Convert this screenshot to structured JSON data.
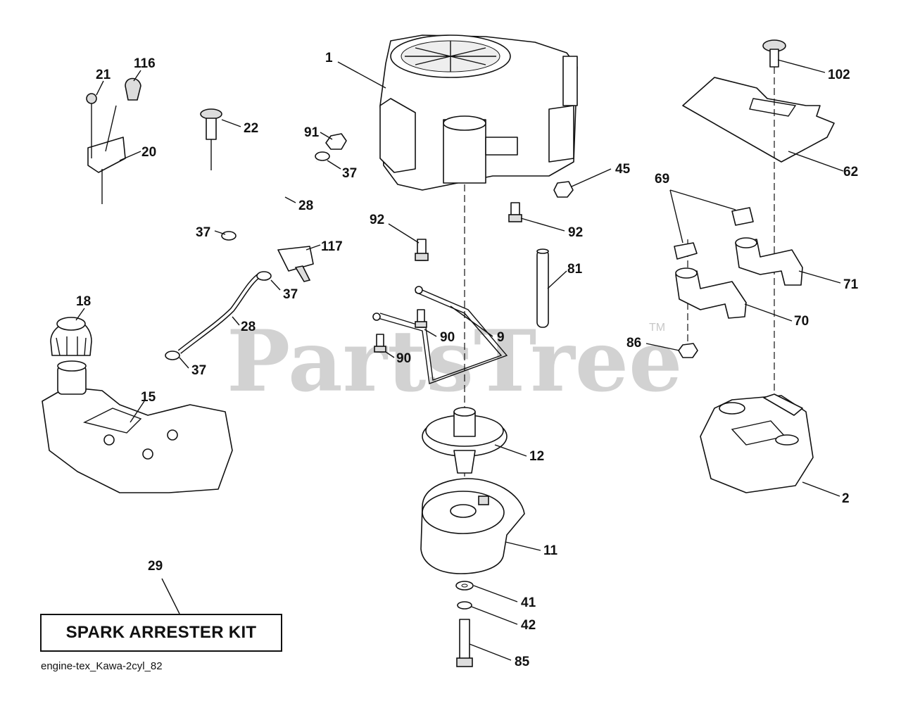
{
  "watermark": {
    "text": "PartsTree",
    "trademark": "TM"
  },
  "callouts": [
    {
      "id": "c1",
      "label": "1"
    },
    {
      "id": "c21",
      "label": "21"
    },
    {
      "id": "c116",
      "label": "116"
    },
    {
      "id": "c20",
      "label": "20"
    },
    {
      "id": "c22",
      "label": "22"
    },
    {
      "id": "c91",
      "label": "91"
    },
    {
      "id": "c37a",
      "label": "37"
    },
    {
      "id": "c28a",
      "label": "28"
    },
    {
      "id": "c37b",
      "label": "37"
    },
    {
      "id": "c117",
      "label": "117"
    },
    {
      "id": "c37c",
      "label": "37"
    },
    {
      "id": "c28b",
      "label": "28"
    },
    {
      "id": "c37d",
      "label": "37"
    },
    {
      "id": "c18",
      "label": "18"
    },
    {
      "id": "c15",
      "label": "15"
    },
    {
      "id": "c45",
      "label": "45"
    },
    {
      "id": "c92a",
      "label": "92"
    },
    {
      "id": "c92b",
      "label": "92"
    },
    {
      "id": "c81",
      "label": "81"
    },
    {
      "id": "c9",
      "label": "9"
    },
    {
      "id": "c90a",
      "label": "90"
    },
    {
      "id": "c90b",
      "label": "90"
    },
    {
      "id": "c12",
      "label": "12"
    },
    {
      "id": "c11",
      "label": "11"
    },
    {
      "id": "c41",
      "label": "41"
    },
    {
      "id": "c42",
      "label": "42"
    },
    {
      "id": "c85",
      "label": "85"
    },
    {
      "id": "c102",
      "label": "102"
    },
    {
      "id": "c62",
      "label": "62"
    },
    {
      "id": "c69",
      "label": "69"
    },
    {
      "id": "c71",
      "label": "71"
    },
    {
      "id": "c70",
      "label": "70"
    },
    {
      "id": "c86",
      "label": "86"
    },
    {
      "id": "c2",
      "label": "2"
    },
    {
      "id": "c29",
      "label": "29"
    }
  ],
  "kit_label": "SPARK ARRESTER KIT",
  "footer_code": "engine-tex_Kawa-2cyl_82"
}
